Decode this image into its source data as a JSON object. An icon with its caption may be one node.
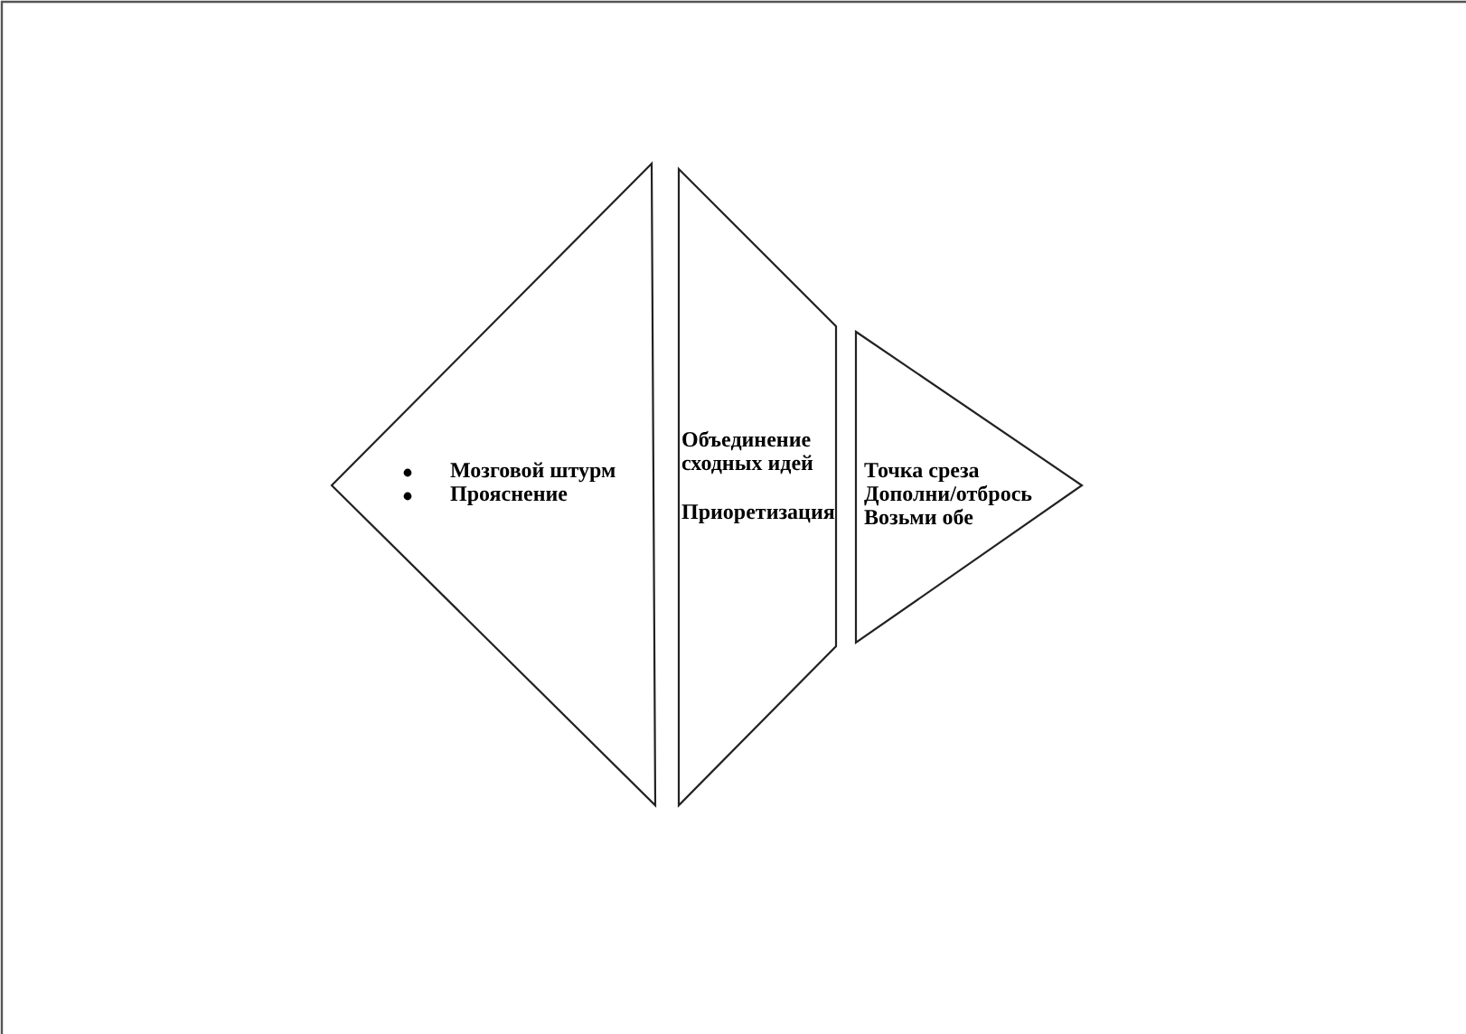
{
  "diagram": {
    "nodes": [
      {
        "text": [
          "Мозговой штурм",
          "Прояснение"
        ]
      },
      {
        "text": [
          "Объединение сходных идей",
          "Приоретизация"
        ]
      },
      {
        "text": [
          "Точка среза",
          "Дополни/отбрось",
          "Возьми обе"
        ]
      }
    ]
  }
}
